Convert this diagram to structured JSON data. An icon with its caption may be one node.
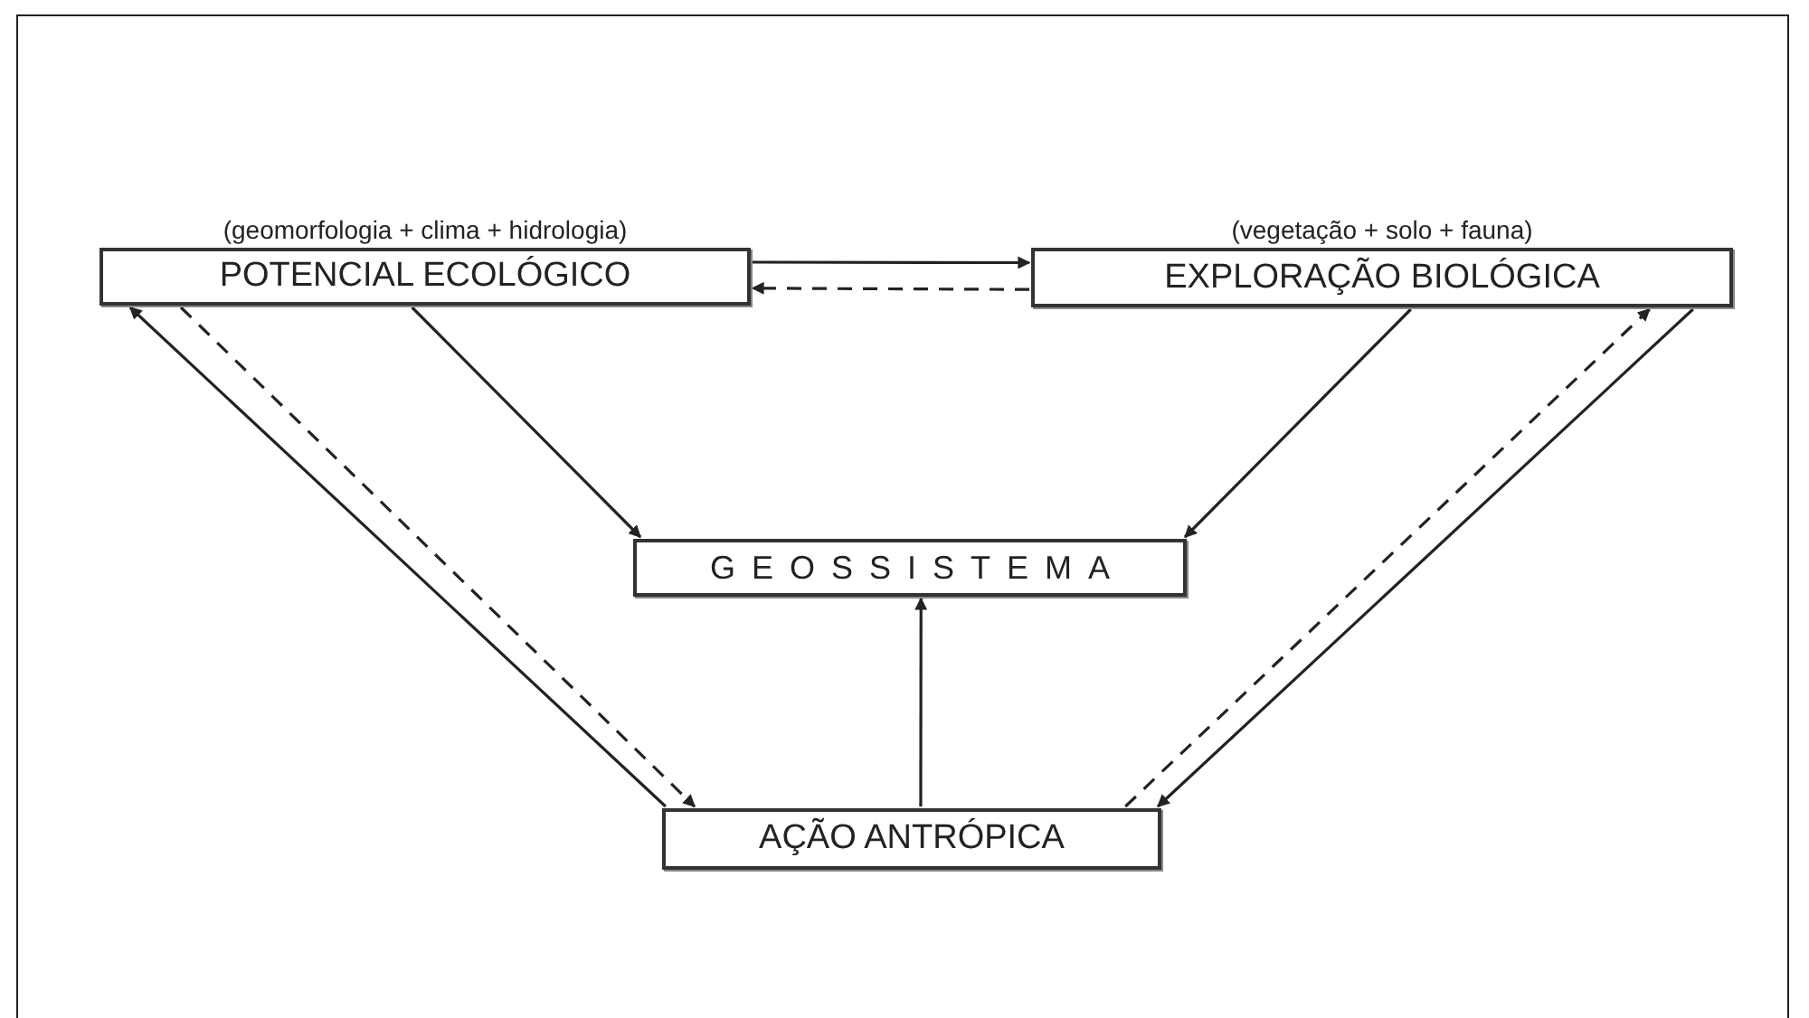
{
  "diagram": {
    "nodes": [
      {
        "text": [
          "(geomorfologia + clima + hidrologia)",
          "POTENCIAL ECOLÓGICO"
        ]
      },
      {
        "text": [
          "(vegetação + solo + fauna)",
          "EXPLORAÇÃO BIOLÓGICA"
        ]
      },
      {
        "text": [
          "GEOSSISTEMA"
        ]
      },
      {
        "text": [
          "AÇÃO ANTRÓPICA"
        ]
      }
    ],
    "edges": [
      {
        "from": 0,
        "to": 1,
        "arrow": "to"
      },
      {
        "from": 1,
        "to": 0,
        "arrow": "to",
        "style": "dashed"
      },
      {
        "from": 0,
        "to": 2,
        "arrow": "to"
      },
      {
        "from": 1,
        "to": 2,
        "arrow": "to"
      },
      {
        "from": 3,
        "to": 2,
        "arrow": "to"
      },
      {
        "from": 3,
        "to": 0,
        "arrow": "to"
      },
      {
        "from": 0,
        "to": 3,
        "arrow": "to",
        "style": "dashed"
      },
      {
        "from": 3,
        "to": 1,
        "arrow": "to",
        "style": "dashed"
      },
      {
        "from": 1,
        "to": 3,
        "arrow": "to"
      }
    ]
  }
}
